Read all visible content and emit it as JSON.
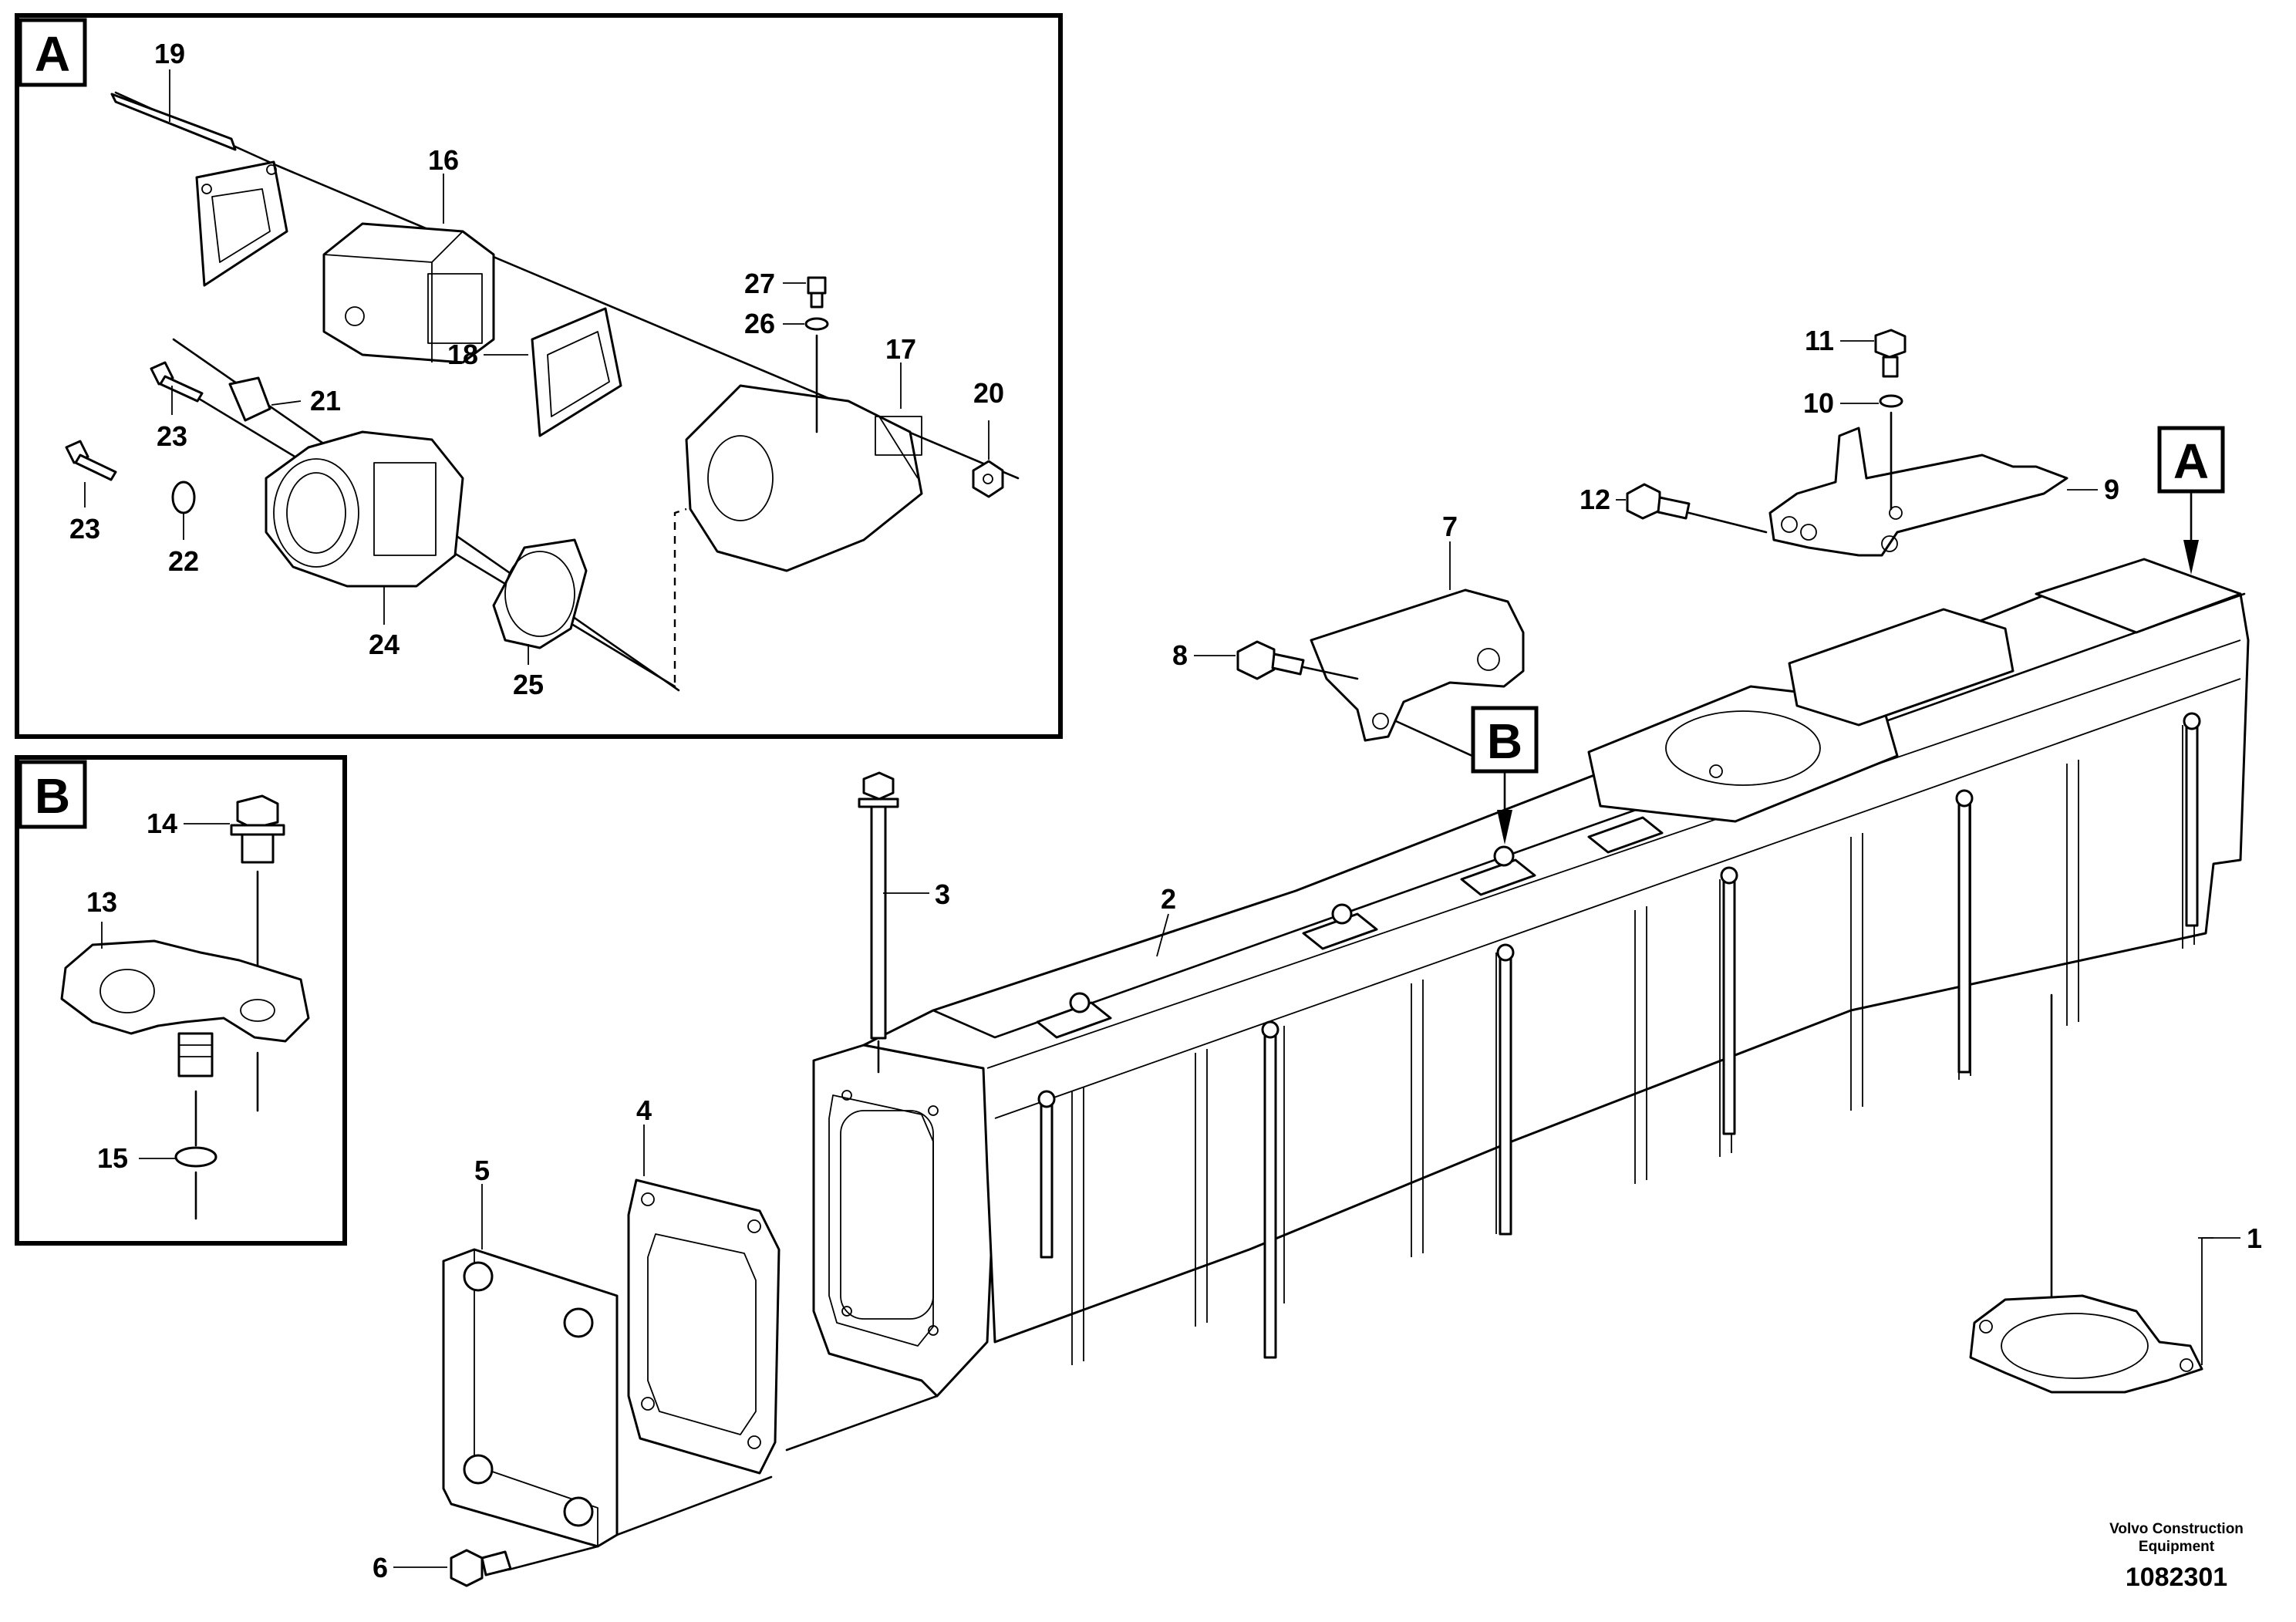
{
  "detail_a": {
    "letter": "A"
  },
  "detail_b": {
    "letter": "B"
  },
  "markers": {
    "a": "A",
    "b": "B"
  },
  "callouts": {
    "c1": "1",
    "c2": "2",
    "c3": "3",
    "c4": "4",
    "c5": "5",
    "c6": "6",
    "c7": "7",
    "c8": "8",
    "c9": "9",
    "c10": "10",
    "c11": "11",
    "c12": "12",
    "c13": "13",
    "c14": "14",
    "c15": "15",
    "c16": "16",
    "c17": "17",
    "c18": "18",
    "c19": "19",
    "c20": "20",
    "c21": "21",
    "c22": "22",
    "c23a": "23",
    "c23b": "23",
    "c24": "24",
    "c25": "25",
    "c26": "26",
    "c27": "27"
  },
  "credit": {
    "line1": "Volvo Construction",
    "line2": "Equipment"
  },
  "document_number": "1082301"
}
